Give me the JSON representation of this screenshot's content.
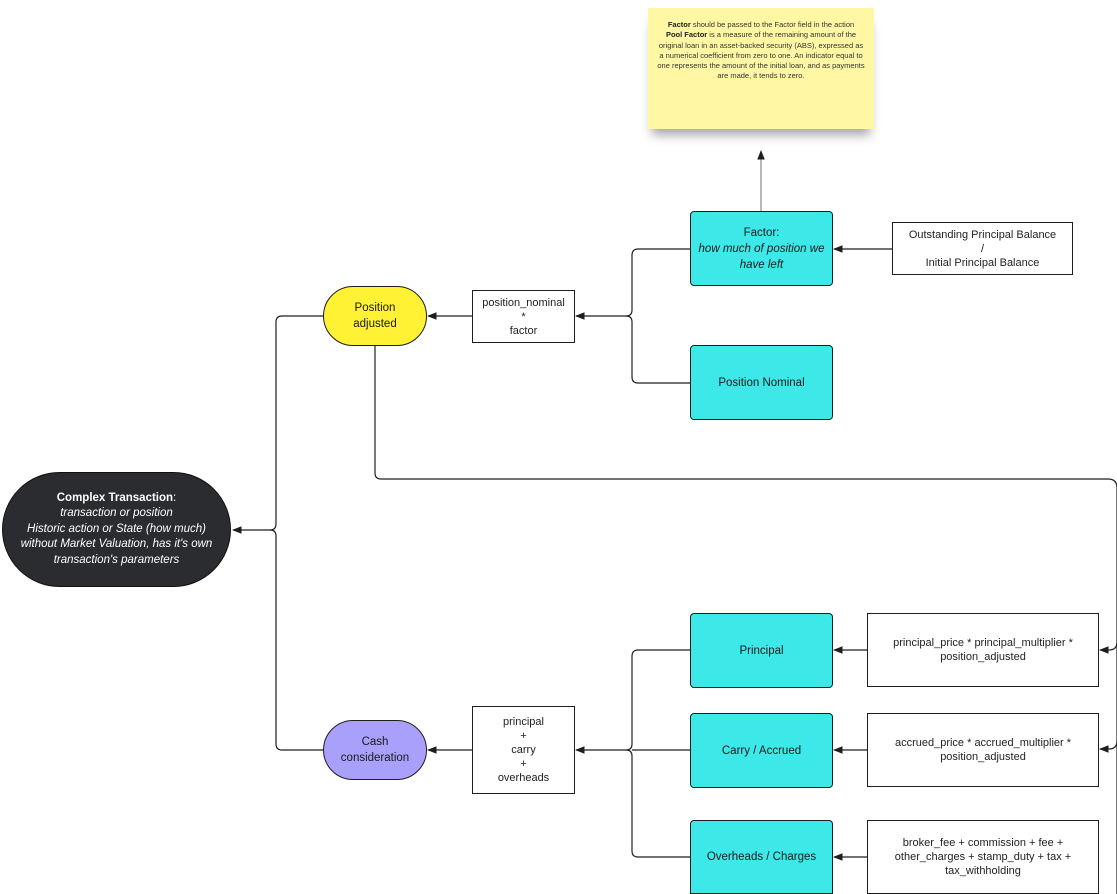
{
  "note": {
    "factor_term": "Factor",
    "factor_rest": " should be passed to the Factor field in the action",
    "pool_term": "Pool Factor",
    "pool_rest": " is a measure of the remaining amount of the original loan in an asset-backed security (ABS), expressed as a numerical coefficient from zero to one. An indicator equal to one represents the amount of the initial loan, and as payments are made, it tends to zero."
  },
  "complex_transaction": {
    "title": "Complex Transaction",
    "title_suffix": ":",
    "line1": "transaction or position",
    "line2": "Historic action or State (how much)",
    "line3": "without Market Valuation, has it's own",
    "line4": "transaction's parameters"
  },
  "position_adjusted": {
    "line1": "Position",
    "line2": "adjusted"
  },
  "position_formula": {
    "line1": "position_nominal",
    "line2": "*",
    "line3": "factor"
  },
  "factor_node": {
    "title": "Factor:",
    "subtitle": "how much of position we have left"
  },
  "principal_balance": {
    "line1": "Outstanding Principal Balance",
    "line2": "/",
    "line3": "Initial Principal Balance"
  },
  "position_nominal": {
    "label": "Position Nominal"
  },
  "cash_consideration": {
    "line1": "Cash",
    "line2": "consideration"
  },
  "cash_formula": {
    "line1": "principal",
    "line2": "+",
    "line3": "carry",
    "line4": "+",
    "line5": "overheads"
  },
  "principal": {
    "label": "Principal",
    "formula_line1": "principal_price * principal_multiplier *",
    "formula_line2": "position_adjusted"
  },
  "carry": {
    "label": "Carry / Accrued",
    "formula_line1": "accrued_price * accrued_multiplier *",
    "formula_line2": "position_adjusted"
  },
  "overheads": {
    "label": "Overheads / Charges",
    "formula_line1": "broker_fee + commission + fee +",
    "formula_line2": "other_charges + stamp_duty + tax +",
    "formula_line3": "tax_withholding"
  },
  "colors": {
    "node_cyan": "#3ce8e8",
    "position_yellow": "#fff133",
    "cash_purple": "#a9a0fc",
    "note_yellow": "#fff7a4",
    "complex_dark": "#2b2c30"
  }
}
